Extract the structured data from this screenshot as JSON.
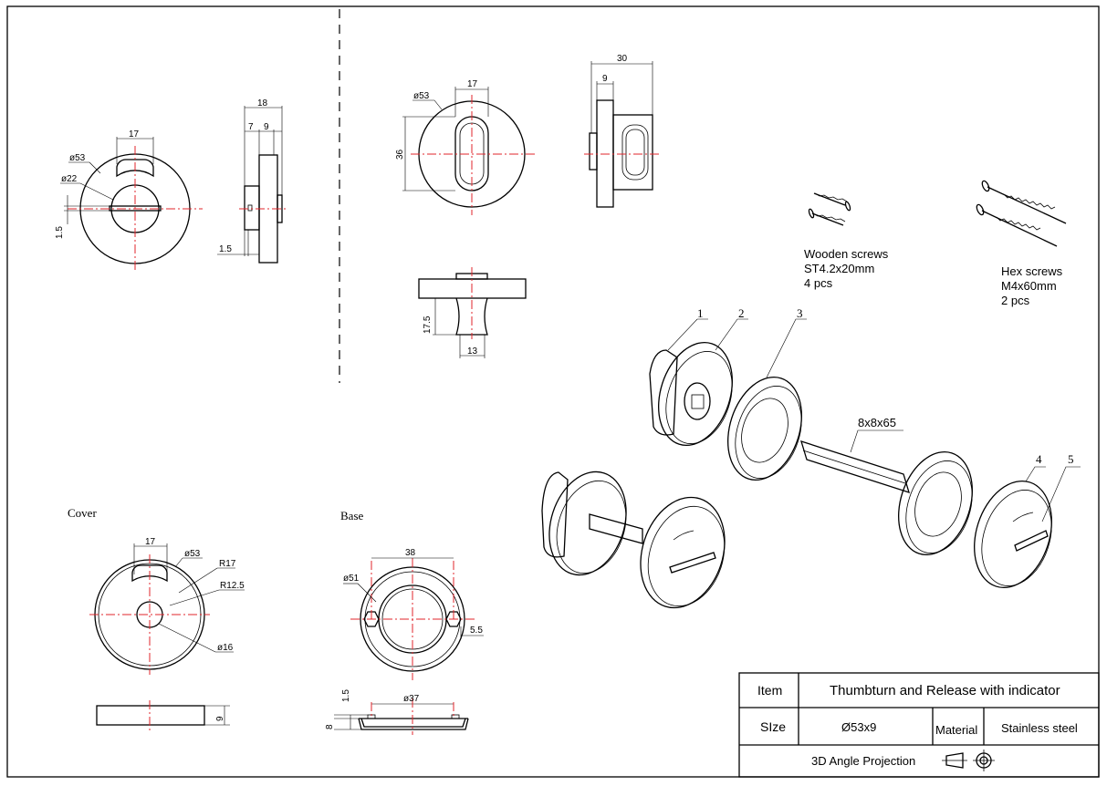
{
  "dims": {
    "d53": "ø53",
    "d22": "ø22",
    "w17": "17",
    "h15": "1.5",
    "w18": "18",
    "w7": "7",
    "w9": "9",
    "w15": "1.5",
    "t_d53": "ø53",
    "t_w17": "17",
    "t_h36": "36",
    "s_w30": "30",
    "s_w9": "9",
    "k_h175": "17.5",
    "k_w13": "13",
    "c_w17": "17",
    "c_d53": "ø53",
    "c_r17": "R17",
    "c_r125": "R12.5",
    "c_d16": "ø16",
    "c_h9": "9",
    "b_w38": "38",
    "b_d51": "ø51",
    "b_w55": "5.5",
    "b_d37": "ø37",
    "b_h15": "1.5",
    "b_h8": "8"
  },
  "labels": {
    "cover": "Cover",
    "base": "Base",
    "wood1": "Wooden screws",
    "wood2": "ST4.2x20mm",
    "wood3": "4 pcs",
    "hex1": "Hex screws",
    "hex2": "M4x60mm",
    "hex3": "2 pcs",
    "spindle": "8x8x65",
    "callouts": [
      "1",
      "2",
      "3",
      "4",
      "5"
    ]
  },
  "title_block": {
    "item_label": "Item",
    "item_value": "Thumbturn and Release  with indicator",
    "size_label": "SIze",
    "size_value": "Ø53x9",
    "material_label": "Material",
    "material_value": "Stainless steel",
    "projection": "3D Angle Projection"
  },
  "colors": {
    "center_line": "#e0242b",
    "line": "#000000"
  }
}
